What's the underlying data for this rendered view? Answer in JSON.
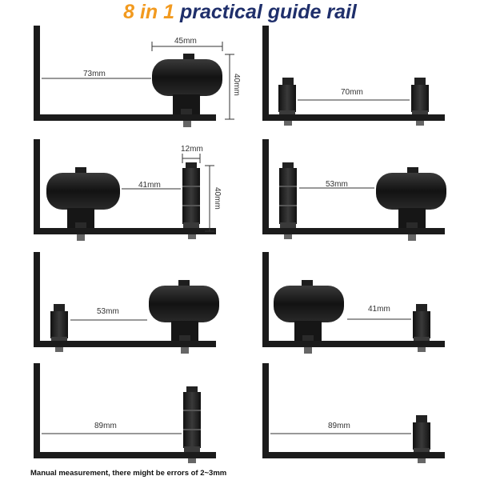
{
  "title": {
    "accent": "8 in 1",
    "main": "practical guide rail"
  },
  "footnote": "Manual measurement, there might be errors of 2~3mm",
  "colors": {
    "accent": "#f29a1f",
    "title": "#1f2f6b",
    "metal": "#1b1b1b"
  },
  "panels": [
    {
      "config": "roller-right",
      "measurements": [
        "73mm",
        "45mm",
        "40mm"
      ]
    },
    {
      "config": "two-pins",
      "measurements": [
        "70mm"
      ]
    },
    {
      "config": "roller-left-pin-right",
      "measurements": [
        "41mm",
        "12mm",
        "40mm"
      ]
    },
    {
      "config": "pin-left-roller-right",
      "measurements": [
        "53mm"
      ]
    },
    {
      "config": "short-pin-left-roller-right",
      "measurements": [
        "53mm"
      ]
    },
    {
      "config": "roller-left-short-pin-right",
      "measurements": [
        "41mm"
      ]
    },
    {
      "config": "tall-pin-right",
      "measurements": [
        "89mm"
      ]
    },
    {
      "config": "short-pin-right",
      "measurements": [
        "89mm"
      ]
    }
  ]
}
